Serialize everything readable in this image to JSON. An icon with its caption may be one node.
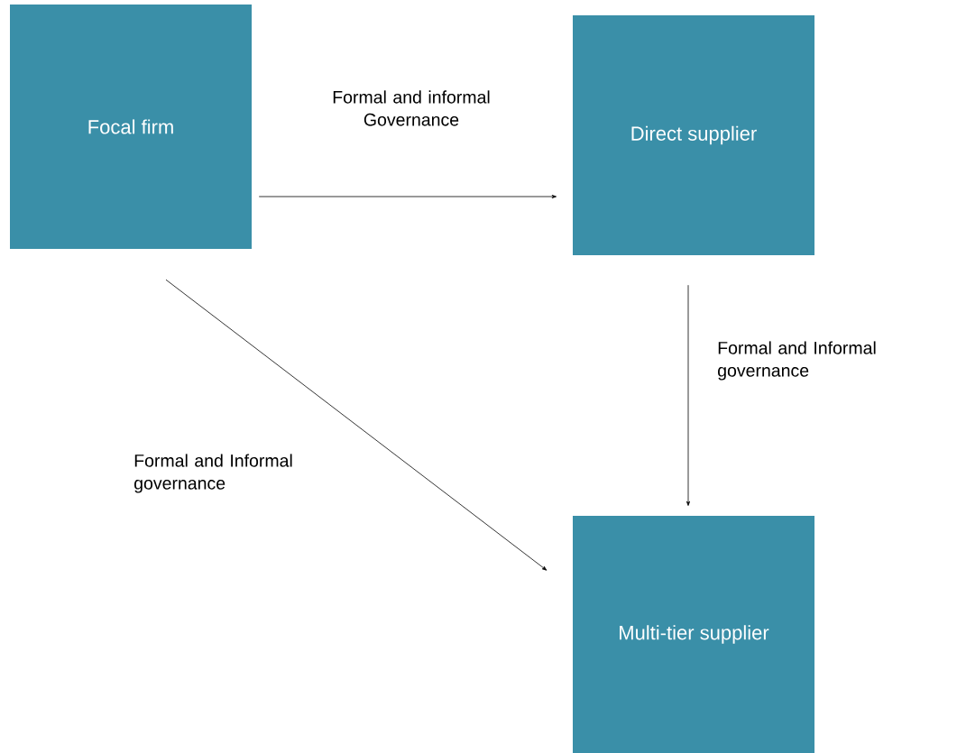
{
  "diagram": {
    "nodes": [
      {
        "text": [
          "Focal firm"
        ]
      },
      {
        "text": [
          "Direct supplier"
        ]
      },
      {
        "text": [
          "Multi-tier supplier"
        ]
      }
    ],
    "edges": [
      {
        "from": 0,
        "to": 1,
        "arrow": "to",
        "label": "Formal and informal Governance"
      },
      {
        "from": 1,
        "to": 2,
        "arrow": "to",
        "label": "Formal and Informal governance"
      },
      {
        "from": 0,
        "to": 2,
        "arrow": "to",
        "label": "Formal and Informal governance"
      }
    ]
  }
}
